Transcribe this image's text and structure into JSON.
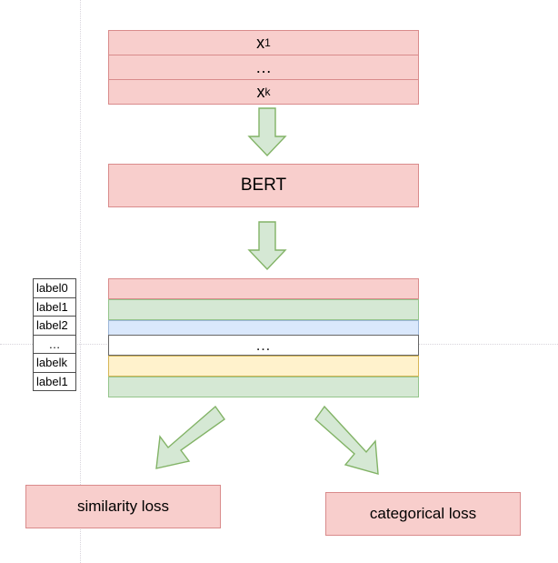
{
  "diagram": {
    "title": "BERT multi-task training diagram",
    "colors": {
      "pink_fill": "#f8cecc",
      "pink_stroke": "#d98b8b",
      "green_fill": "#d5e8d4",
      "green_stroke": "#82b366",
      "blue_fill": "#dae8fc",
      "blue_stroke": "#9cb6d8",
      "yellow_fill": "#fff2cc",
      "yellow_stroke": "#d6b656",
      "white_fill": "#ffffff",
      "white_stroke": "#666666",
      "guide_line": "#d8d4dc",
      "text": "#000000"
    },
    "input_stack": {
      "name": "input-token-stack",
      "rows": [
        {
          "text_main": "x",
          "text_sub": "1",
          "color": "pink"
        },
        {
          "text_main": "…",
          "text_sub": "",
          "color": "pink"
        },
        {
          "text_main": "x",
          "text_sub": "k",
          "color": "pink"
        }
      ]
    },
    "encoder": {
      "name": "bert-encoder",
      "label": "BERT",
      "color": "pink"
    },
    "label_column": {
      "name": "label-column",
      "cells": [
        "label0",
        "label1",
        "label2",
        "…",
        "labelk",
        "label1"
      ]
    },
    "embedding_stack": {
      "name": "embedding-stack",
      "rows": [
        {
          "label": "",
          "color": "pink"
        },
        {
          "label": "",
          "color": "green"
        },
        {
          "label": "",
          "color": "blue"
        },
        {
          "label": "…",
          "color": "white"
        },
        {
          "label": "",
          "color": "yellow"
        },
        {
          "label": "",
          "color": "green"
        }
      ]
    },
    "losses": {
      "similarity": "similarity loss",
      "categorical": "categorical loss"
    },
    "arrows": [
      {
        "name": "arrow-tokens-to-bert",
        "direction": "down"
      },
      {
        "name": "arrow-bert-to-embeddings",
        "direction": "down"
      },
      {
        "name": "arrow-embeddings-to-similarity-loss",
        "direction": "down-left"
      },
      {
        "name": "arrow-embeddings-to-categorical-loss",
        "direction": "down-right"
      }
    ]
  }
}
